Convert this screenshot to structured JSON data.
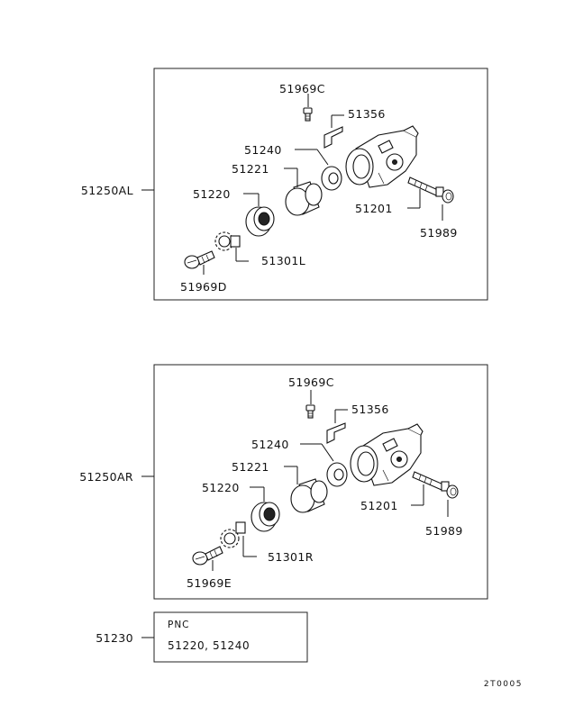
{
  "diagrams": [
    {
      "assembly": "51250AL",
      "parts": {
        "screw_top": "51969C",
        "bracket": "51356",
        "boot": "51240",
        "piston": "51221",
        "cup": "51220",
        "cylinder": "51201",
        "cap": "51989",
        "adjuster": "51301L",
        "screw_bottom": "51969D"
      }
    },
    {
      "assembly": "51250AR",
      "parts": {
        "screw_top": "51969C",
        "bracket": "51356",
        "boot": "51240",
        "piston": "51221",
        "cup": "51220",
        "cylinder": "51201",
        "cap": "51989",
        "adjuster": "51301R",
        "screw_bottom": "51969E"
      }
    }
  ],
  "kit": {
    "part": "51230",
    "header": "PNC",
    "contents": "51220, 51240"
  },
  "drawing_code": "2T0005"
}
